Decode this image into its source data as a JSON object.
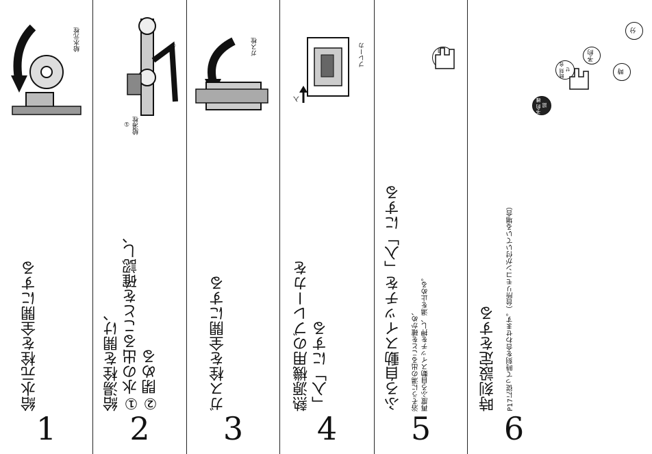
{
  "steps": [
    {
      "number": "1",
      "title": "給水元栓を全開にする",
      "label": "給水元栓"
    },
    {
      "number": "2",
      "title": "給湯栓を開け、\n①水の出ることを確認し、\n②閉める",
      "label_main": "給湯栓",
      "label_1": "①",
      "label_2": "②"
    },
    {
      "number": "3",
      "title": "ガス栓を全開にする",
      "label": "ガス栓"
    },
    {
      "number": "4",
      "title": "熱源機用のブレーカを\n「入」にする",
      "label": "ブレーカ",
      "switch_label": "入"
    },
    {
      "number": "5",
      "title": "ふろ自動スイッチを「入」にする",
      "note": "浴そうに湯の出ることを確かめ、\n再度ふろ自動スイッチを押し、湯を止める。",
      "button_label": "ふろ\n自動"
    },
    {
      "number": "6",
      "title": "時刻設定をする",
      "note": "P17に従って時刻を合わせます。（台所リモコンが付いている場合）",
      "buttons": {
        "yoyaku_kakunin": "予約\n確認",
        "jikoku": "時刻\n合せ",
        "yoyaku": "予約",
        "ji": "時",
        "fun": "分"
      }
    }
  ]
}
